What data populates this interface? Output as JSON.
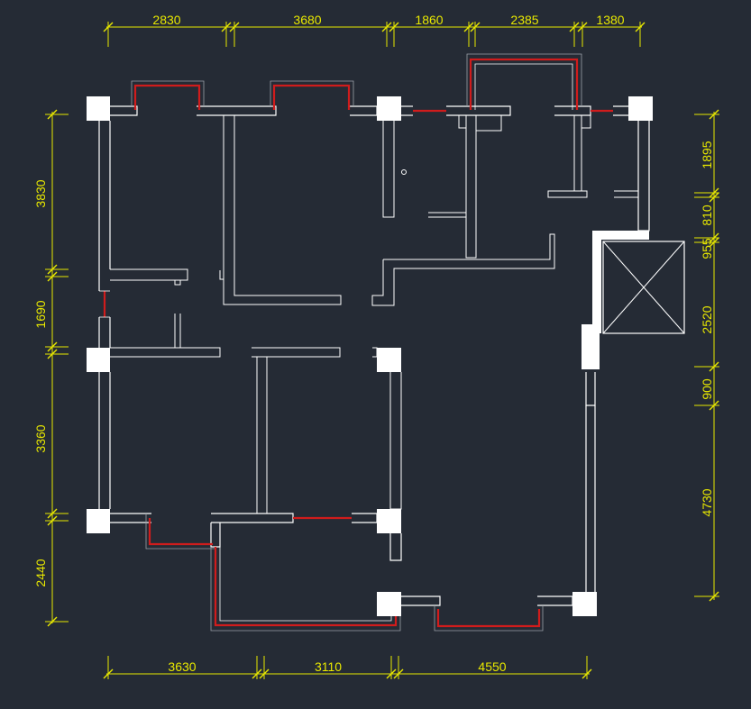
{
  "dimensions": {
    "top": [
      "2830",
      "3680",
      "1860",
      "2385",
      "1380"
    ],
    "bottom": [
      "3630",
      "3110",
      "4550"
    ],
    "left": [
      "3830",
      "1690",
      "3360",
      "2440"
    ],
    "right": [
      "1895",
      "810",
      "955",
      "2520",
      "900",
      "4730"
    ]
  },
  "colors": {
    "background": "#252b35",
    "walls": "#ffffff",
    "windows": "#d01c1c",
    "dimension_lines": "#e8e800"
  }
}
